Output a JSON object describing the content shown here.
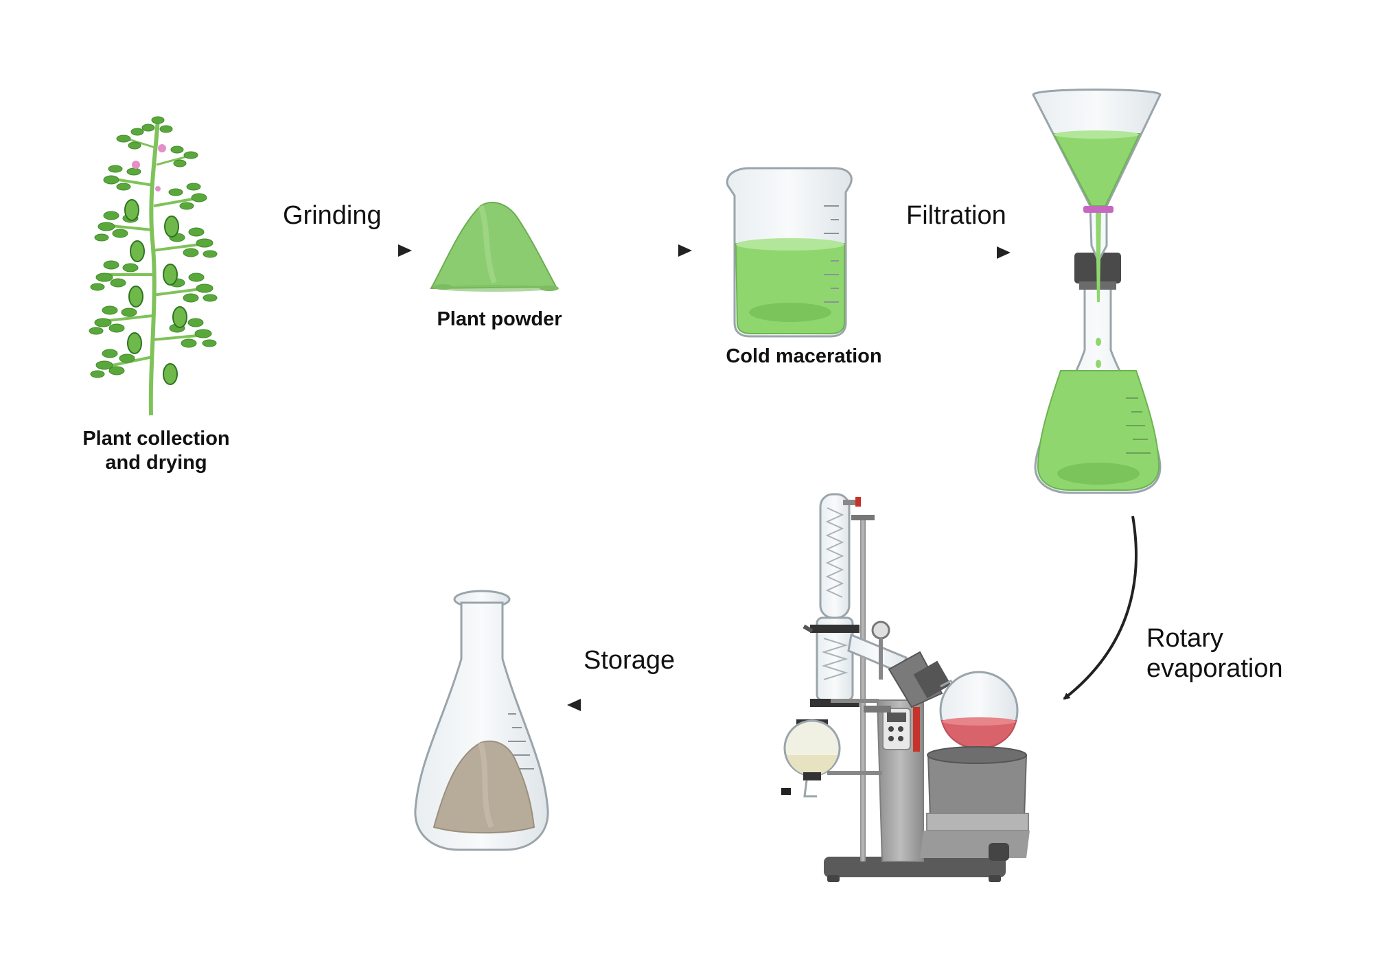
{
  "labels": {
    "plant": [
      "Plant collection",
      "and drying"
    ],
    "grinding": "Grinding",
    "powder": "Plant powder",
    "cold_maceration": "Cold maceration",
    "filtration": "Filtration",
    "rotary": [
      "Rotary",
      "evaporation"
    ],
    "storage": "Storage"
  },
  "colors": {
    "leaf": "#5aa83c",
    "leaf_dark": "#3f8a2a",
    "liquid_green": "#8fd66f",
    "powder_green": "#8ccc70",
    "red_liquid": "#d9636a",
    "residue": "#b7ab99",
    "metal": "#a7a7a7",
    "arrow": "#222222"
  }
}
